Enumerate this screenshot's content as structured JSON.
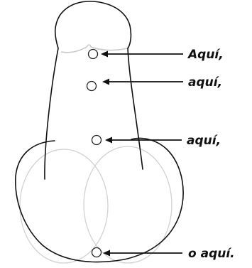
{
  "labels": {
    "first": "Aquí,",
    "second": "aquí,",
    "third": "aquí,",
    "fourth": "o aquí."
  },
  "colors": {
    "outline": "#111111",
    "faint_outline": "#cccccc",
    "circle": "#222222",
    "arrow": "#111111",
    "text": "#111111"
  }
}
